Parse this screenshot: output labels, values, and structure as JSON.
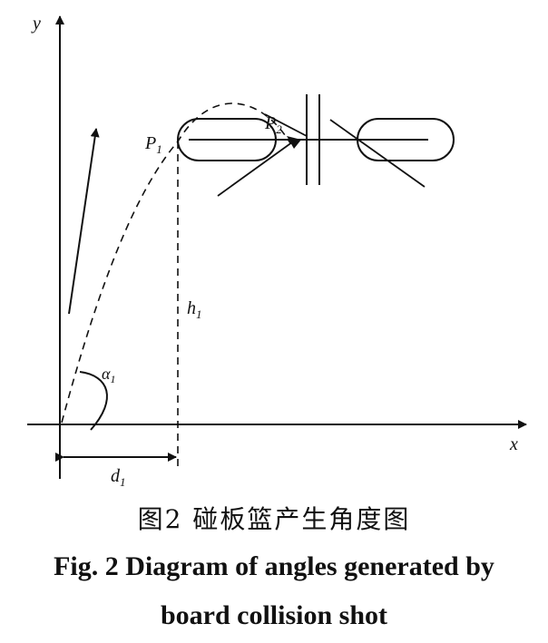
{
  "diagram": {
    "axis_x_label": "x",
    "axis_y_label": "y",
    "point_p1": "P",
    "point_p1_sub": "1",
    "point_p2": "P",
    "point_p2_sub": "2",
    "height_label": "h",
    "height_sub": "1",
    "distance_label": "d",
    "distance_sub": "1",
    "angle_label": "α",
    "angle_sub": "1"
  },
  "caption": {
    "chinese": "图2  碰板篮产生角度图",
    "english_line1": "Fig. 2  Diagram of angles generated by",
    "english_line2": "board collision shot"
  }
}
